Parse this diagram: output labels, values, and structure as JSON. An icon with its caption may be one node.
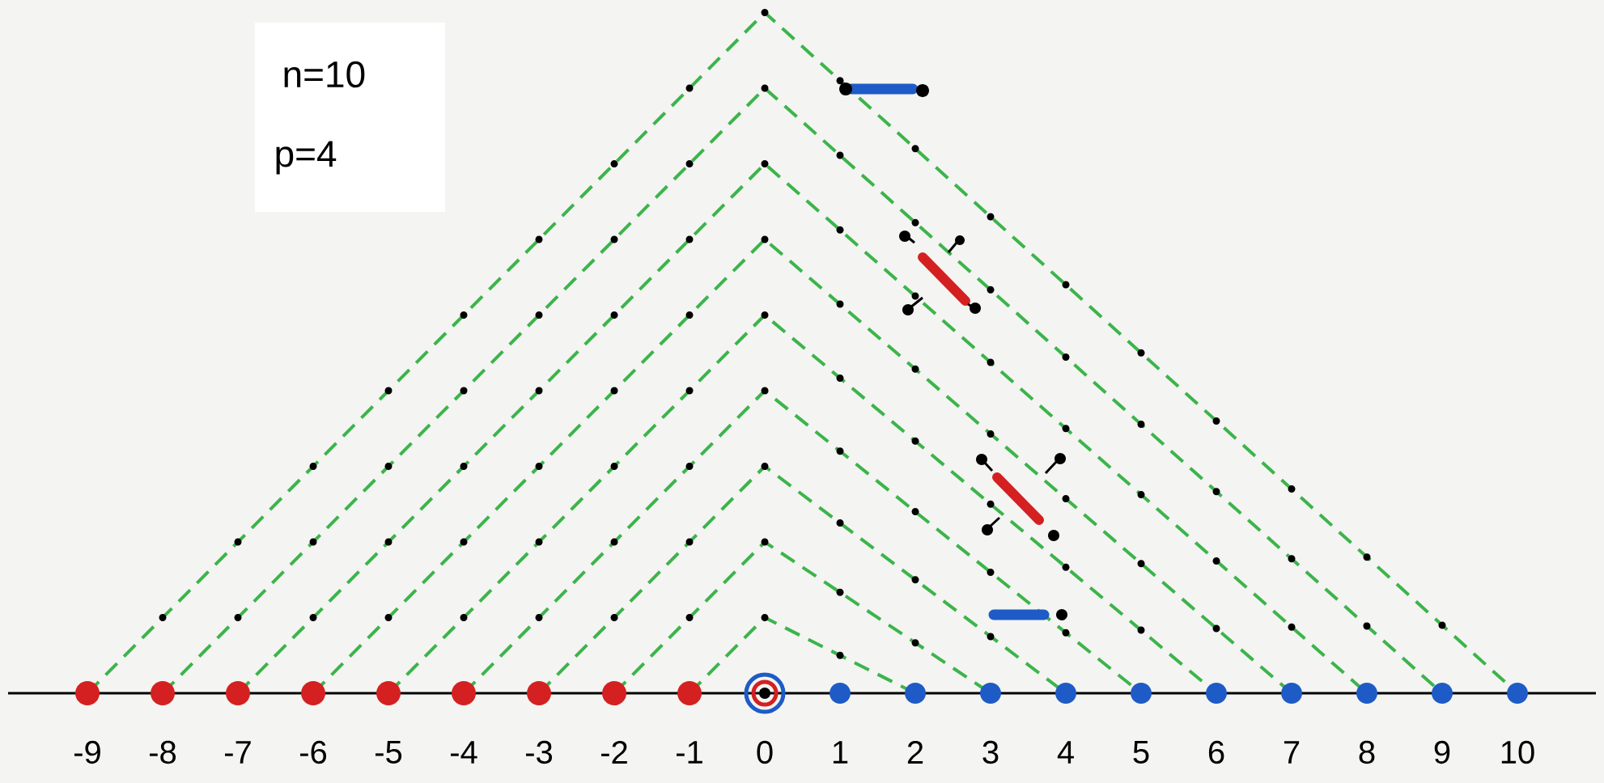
{
  "diagram": {
    "labels": [
      "n=10",
      "p=4",
      "-9",
      "-8",
      "-7",
      "-6",
      "-5",
      "-4",
      "-3",
      "-2",
      "-1",
      "0",
      "1",
      "2",
      "3",
      "4",
      "5",
      "6",
      "7",
      "8",
      "9",
      "10"
    ]
  }
}
